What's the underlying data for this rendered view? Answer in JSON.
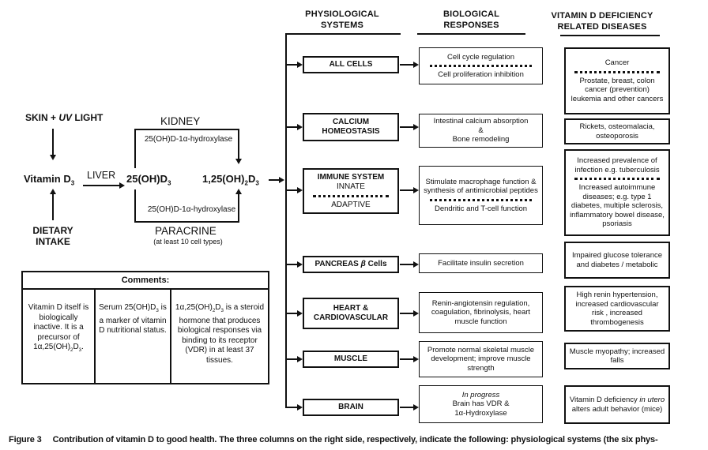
{
  "pathway": {
    "skin_html": "SKIN + <i>UV</i> LIGHT",
    "dietary_html": "DIETARY<br>INTAKE",
    "vitamin_d3_html": "Vitamin D<sub>3</sub>",
    "liver": "LIVER",
    "ohd3_html": "25(OH)D<sub>3</sub>",
    "dihydroxy_html": "1,25(OH)<sub>2</sub>D<sub>3</sub>",
    "kidney": "KIDNEY",
    "kidney_enzyme": "25(OH)D-1α-hydroxylase",
    "paracrine_enzyme": "25(OH)D-1α-hydroxylase",
    "paracrine": "PARACRINE",
    "paracrine_note": "(at least 10 cell types)"
  },
  "headers": {
    "systems_html": "PHYSIOLOGICAL<br>SYSTEMS",
    "responses_html": "BIOLOGICAL<br>RESPONSES",
    "diseases_html": "VITAMIN D DEFICIENCY<br>RELATED DISEASES"
  },
  "rows": [
    {
      "system": "ALL CELLS",
      "response_top": "Cell cycle regulation",
      "response_bottom": "Cell proliferation inhibition",
      "disease_top": "Cancer",
      "disease_bottom": "Prostate, breast, colon cancer (prevention) leukemia and other cancers"
    },
    {
      "system_html": "CALCIUM<br>HOMEOSTASIS",
      "response_html": "Intestinal calcium absorption<br>&amp;<br>Bone remodeling",
      "disease": "Rickets, osteomalacia, osteoporosis"
    },
    {
      "system_title": "IMMUNE SYSTEM",
      "system_sub_top": "INNATE",
      "system_sub_bottom": "ADAPTIVE",
      "response_top": "Stimulate macrophage function & synthesis of antimicrobial peptides",
      "response_bottom": "Dendritic and T-cell function",
      "disease_top": "Increased prevalence of infection e.g. tuberculosis",
      "disease_bottom": "Increased autoimmune diseases; e.g. type 1 diabetes, multiple sclerosis, inflammatory bowel disease, psoriasis"
    },
    {
      "system_html": "PANCREAS <i>β</i> Cells",
      "response": "Facilitate insulin secretion",
      "disease": "Impaired glucose tolerance and diabetes / metabolic"
    },
    {
      "system_html": "HEART &amp;<br>CARDIOVASCULAR",
      "response": "Renin-angiotensin regulation, coagulation, fibrinolysis, heart muscle function",
      "disease": "High renin hypertension, increased cardiovascular risk , increased thrombogenesis"
    },
    {
      "system": "MUSCLE",
      "response": "Promote normal skeletal muscle development; improve muscle strength",
      "disease": "Muscle myopathy; increased falls"
    },
    {
      "system": "BRAIN",
      "response_html": "<i>In progress</i><br>Brain has VDR &amp;<br>1α-Hydroxylase",
      "disease_html": "Vitamin D deficiency <i>in utero</i> alters adult behavior (mice)"
    }
  ],
  "comments": {
    "title": "Comments:",
    "col1_html": "Vitamin D itself is biologically inactive. It is a precursor of 1α,25(OH)<sub>2</sub>D<sub>3</sub>.",
    "col2_html": "Serum 25(OH)D<sub>3</sub> is a marker of vitamin D nutritional status.",
    "col3_html": "1α,25(OH)<sub>2</sub>D<sub>3</sub> is a steroid hormone that produces biological responses via binding to its receptor (VDR) in at least 37 tissues."
  },
  "caption": {
    "label": "Figure 3",
    "text": "Contribution of vitamin D to good health. The three columns on the right side, respectively, indicate the following: physiological systems (the six phys-"
  }
}
